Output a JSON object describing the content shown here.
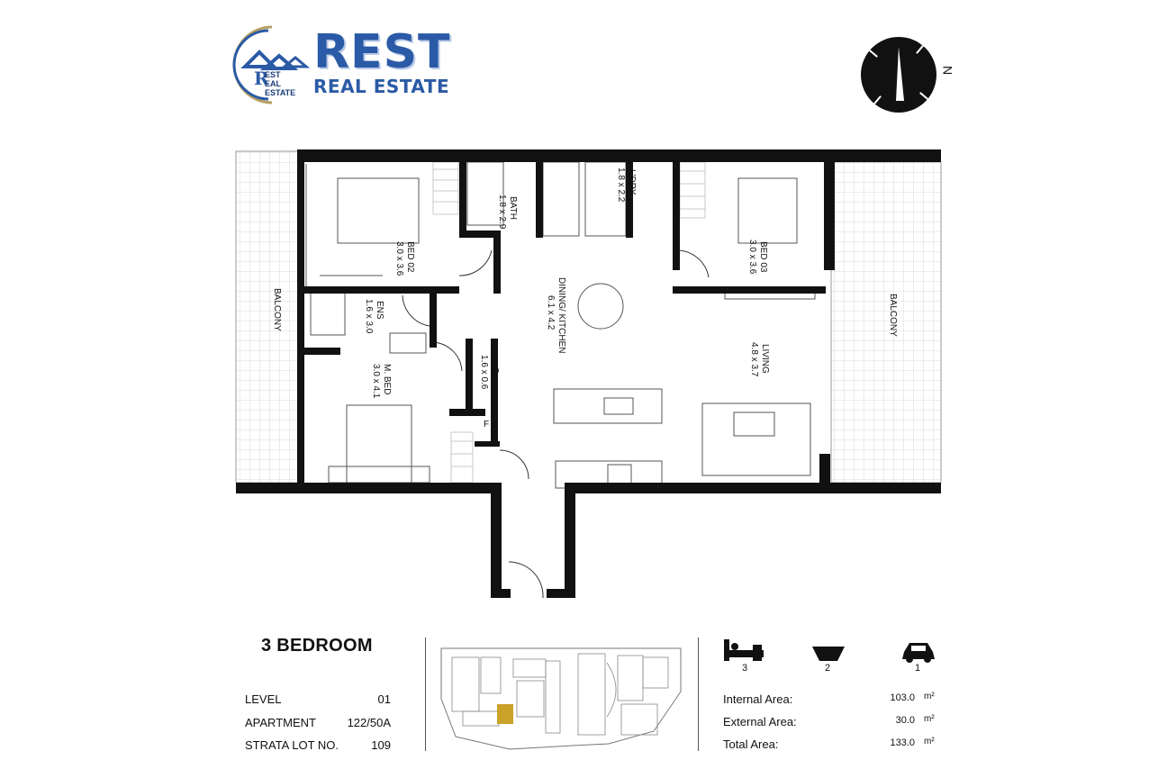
{
  "brand": {
    "logo_word": "REST",
    "logo_sub": "REAL ESTATE",
    "logo_mark_text": [
      "EST",
      "EAL",
      "ESTATE"
    ],
    "logo_mark_r": "R",
    "color": "#2b5aa6"
  },
  "compass": {
    "label": "N"
  },
  "plan": {
    "rooms": {
      "bed02": {
        "name": "BED 02",
        "size": "3.0 x 3.6"
      },
      "bath": {
        "name": "BATH",
        "size": "1.8 x 2.9"
      },
      "ldry": {
        "name": "L'DRY",
        "size": "1.8 x 2.2"
      },
      "bed03": {
        "name": "BED 03",
        "size": "3.0 x 3.6"
      },
      "ens": {
        "name": "ENS",
        "size": "1.6 x 3.0"
      },
      "dining": {
        "name": "DINING/ KITCHEN",
        "size": "6.1 x 4.2"
      },
      "living": {
        "name": "LIVING",
        "size": "4.8 x 3.7"
      },
      "mbed": {
        "name": "M. BED",
        "size": "3.0 x 4.1"
      },
      "storage": {
        "name": "S",
        "size": "1.6 x 0.6"
      },
      "fridge": {
        "name": "F"
      },
      "balcony_left": {
        "name": "BALCONY"
      },
      "balcony_right": {
        "name": "BALCONY"
      }
    }
  },
  "info": {
    "title": "3 BEDROOM",
    "rows": [
      {
        "key": "LEVEL",
        "value": "01"
      },
      {
        "key": "APARTMENT",
        "value": "122/50A"
      },
      {
        "key": "STRATA  LOT NO.",
        "value": "109"
      }
    ]
  },
  "stats": {
    "bedrooms": {
      "icon": "bed-icon",
      "count": "3"
    },
    "bathrooms": {
      "icon": "bath-icon",
      "count": "2"
    },
    "parking": {
      "icon": "car-icon",
      "count": "1"
    }
  },
  "areas": [
    {
      "label": "Internal Area:",
      "value": "103.0",
      "unit": "m²"
    },
    {
      "label": "External Area:",
      "value": "30.0",
      "unit": "m²"
    },
    {
      "label": "Total Area:",
      "value": "133.0",
      "unit": "m²"
    }
  ],
  "colors": {
    "wall": "#111111",
    "highlight": "#c9a227"
  }
}
